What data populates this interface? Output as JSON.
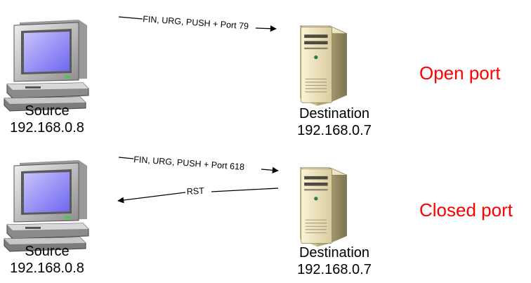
{
  "scenarios": [
    {
      "source": {
        "name": "Source",
        "ip": "192.168.0.8"
      },
      "destination": {
        "name": "Destination",
        "ip": "192.168.0.7"
      },
      "outgoing": "FIN, URG, PUSH + Port 79",
      "reply": null,
      "result": "Open port"
    },
    {
      "source": {
        "name": "Source",
        "ip": "192.168.0.8"
      },
      "destination": {
        "name": "Destination",
        "ip": "192.168.0.7"
      },
      "outgoing": "FIN, URG, PUSH + Port 618",
      "reply": "RST",
      "result": "Closed port"
    }
  ],
  "colors": {
    "result_text": "#ff0000"
  },
  "icons": {
    "source": "desktop-computer-icon",
    "destination": "server-tower-icon"
  }
}
